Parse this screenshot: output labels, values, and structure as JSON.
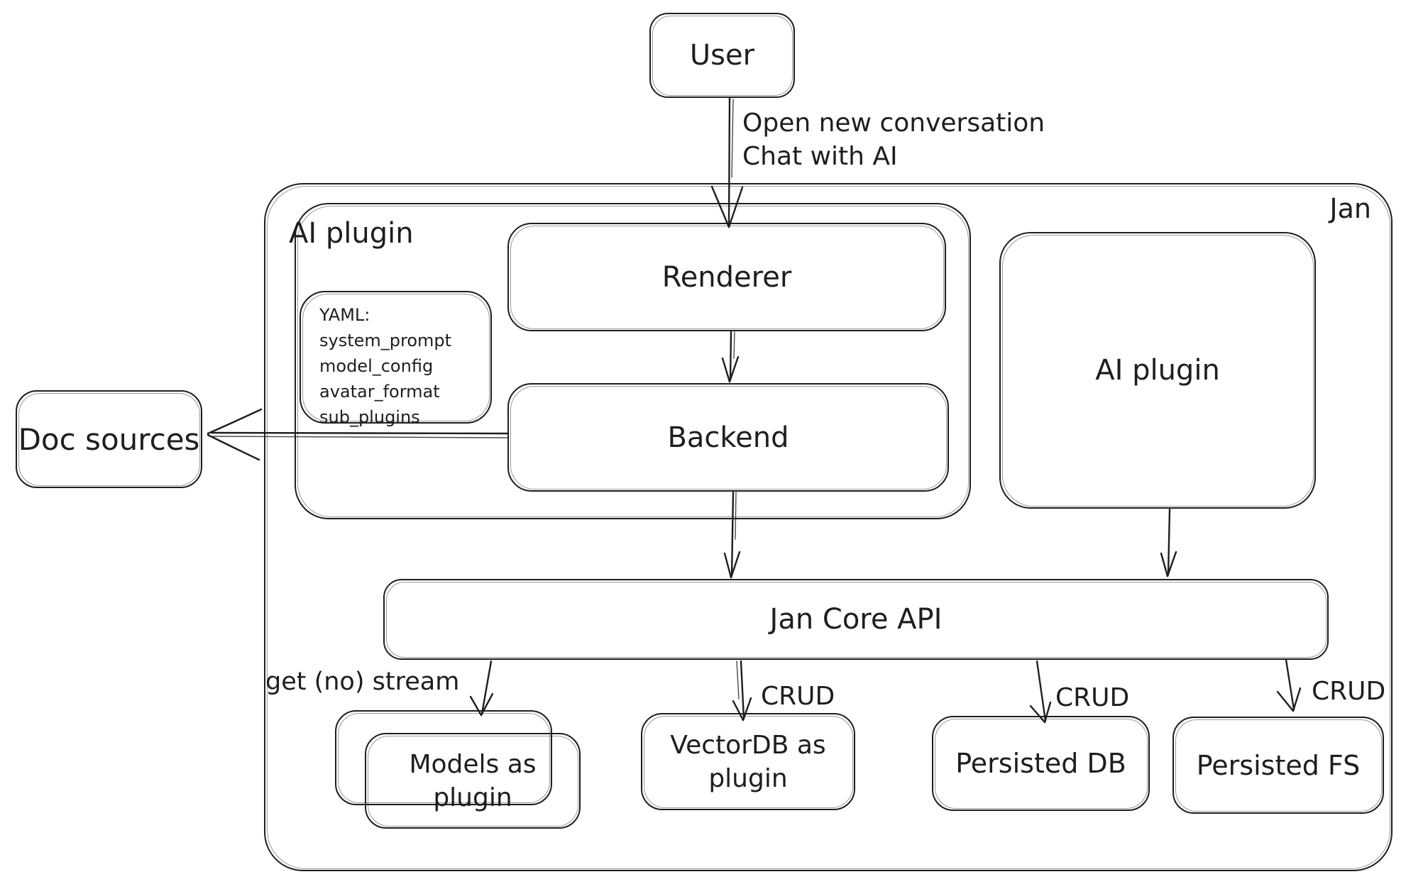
{
  "nodes": {
    "user": "User",
    "jan": "Jan",
    "ai_plugin_group": "AI plugin",
    "renderer": "Renderer",
    "backend": "Backend",
    "yaml_note": "YAML:\nsystem_prompt\nmodel_config\navatar_format\nsub_plugins",
    "ai_plugin": "AI plugin",
    "doc_sources": "Doc sources",
    "jan_core_api": "Jan Core API",
    "models_as_plugin": "Models as plugin",
    "vectordb_as_plugin": "VectorDB as plugin",
    "persisted_db": "Persisted DB",
    "persisted_fs": "Persisted FS"
  },
  "edges": {
    "user_action_line1": "Open new conversation",
    "user_action_line2": "Chat with AI",
    "get_no_stream": "get (no) stream",
    "crud_vectordb": "CRUD",
    "crud_persisted_db": "CRUD",
    "crud_persisted_fs": "CRUD"
  }
}
